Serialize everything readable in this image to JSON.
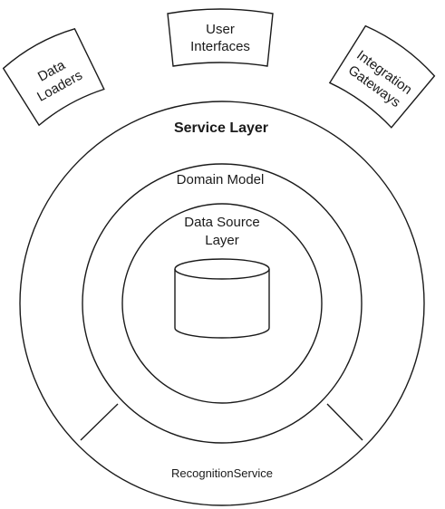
{
  "diagram": {
    "clients": [
      {
        "id": "data-loaders",
        "lines": [
          "Data",
          "Loaders"
        ]
      },
      {
        "id": "user-interfaces",
        "lines": [
          "User",
          "Interfaces"
        ]
      },
      {
        "id": "integration-gateways",
        "lines": [
          "Integration",
          "Gateways"
        ]
      }
    ],
    "layers": {
      "service": "Service Layer",
      "domain": "Domain Model",
      "data_source": [
        "Data Source",
        "Layer"
      ]
    },
    "segment": "RecognitionService"
  }
}
